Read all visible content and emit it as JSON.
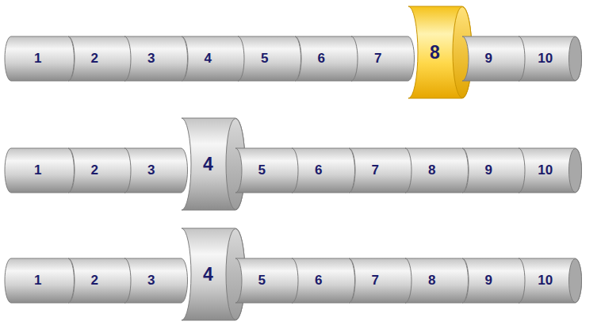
{
  "diagram": {
    "nodes": [
      {
        "text": [
          "1"
        ]
      },
      {
        "text": [
          "2"
        ]
      },
      {
        "text": [
          "3"
        ]
      },
      {
        "text": [
          "4"
        ]
      },
      {
        "text": [
          "5"
        ]
      },
      {
        "text": [
          "6"
        ]
      },
      {
        "text": [
          "7"
        ]
      },
      {
        "text": [
          "8"
        ]
      },
      {
        "text": [
          "9"
        ]
      },
      {
        "text": [
          "10"
        ]
      },
      {
        "text": [
          "1"
        ]
      },
      {
        "text": [
          "2"
        ]
      },
      {
        "text": [
          "3"
        ]
      },
      {
        "text": [
          "4"
        ]
      },
      {
        "text": [
          "5"
        ]
      },
      {
        "text": [
          "6"
        ]
      },
      {
        "text": [
          "7"
        ]
      },
      {
        "text": [
          "8"
        ]
      },
      {
        "text": [
          "9"
        ]
      },
      {
        "text": [
          "10"
        ]
      },
      {
        "text": [
          "1"
        ]
      },
      {
        "text": [
          "2"
        ]
      },
      {
        "text": [
          "3"
        ]
      },
      {
        "text": [
          "4"
        ]
      },
      {
        "text": [
          "5"
        ]
      },
      {
        "text": [
          "6"
        ]
      },
      {
        "text": [
          "7"
        ]
      },
      {
        "text": [
          "8"
        ]
      },
      {
        "text": [
          "9"
        ]
      },
      {
        "text": [
          "10"
        ]
      }
    ]
  }
}
